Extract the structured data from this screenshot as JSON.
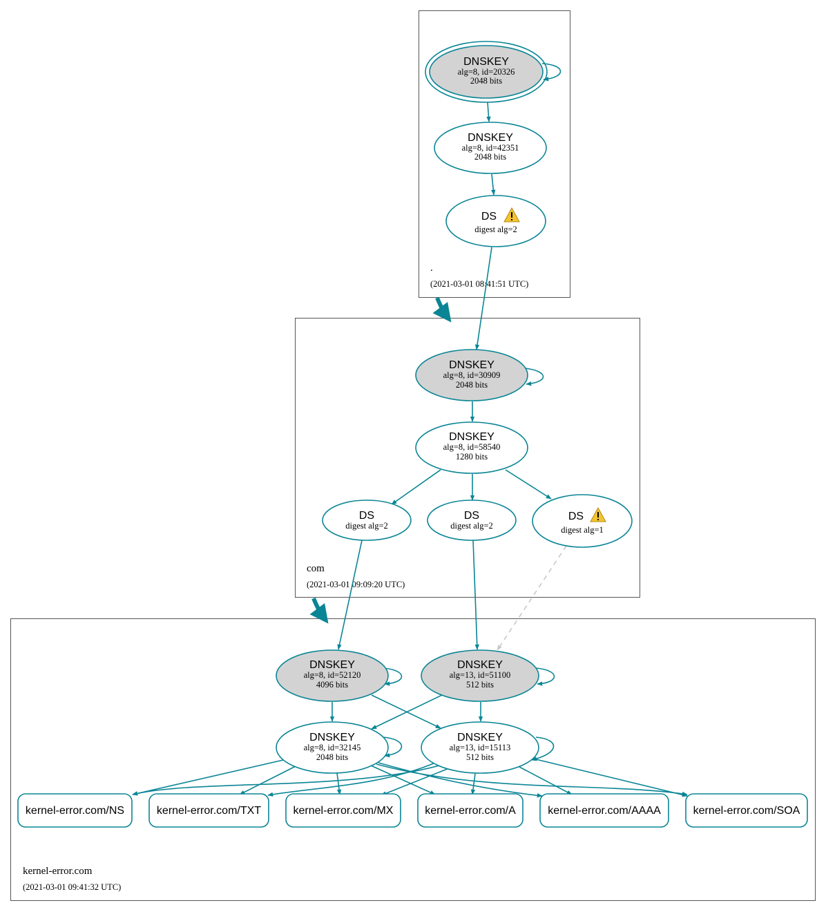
{
  "colors": {
    "edge": "#0a8595",
    "ksk_fill": "#d3d3d3",
    "zone_border": "#555555",
    "insecure_edge": "#c8c8c8",
    "warning": "#f4c430"
  },
  "zones": {
    "root": {
      "name": ".",
      "timestamp": "(2021-03-01 08:41:51 UTC)"
    },
    "com": {
      "name": "com",
      "timestamp": "(2021-03-01 09:09:20 UTC)"
    },
    "kernel": {
      "name": "kernel-error.com",
      "timestamp": "(2021-03-01 09:41:32 UTC)"
    }
  },
  "nodes": {
    "root_ksk": {
      "type": "DNSKEY",
      "info": "alg=8, id=20326",
      "bits": "2048 bits"
    },
    "root_zsk": {
      "type": "DNSKEY",
      "info": "alg=8, id=42351",
      "bits": "2048 bits"
    },
    "root_ds": {
      "type": "DS",
      "info": "digest alg=2",
      "icon": "warning-icon"
    },
    "com_ksk": {
      "type": "DNSKEY",
      "info": "alg=8, id=30909",
      "bits": "2048 bits"
    },
    "com_zsk": {
      "type": "DNSKEY",
      "info": "alg=8, id=58540",
      "bits": "1280 bits"
    },
    "com_ds1": {
      "type": "DS",
      "info": "digest alg=2"
    },
    "com_ds2": {
      "type": "DS",
      "info": "digest alg=2"
    },
    "com_ds3": {
      "type": "DS",
      "info": "digest alg=1",
      "icon": "warning-icon"
    },
    "ke_ksk1": {
      "type": "DNSKEY",
      "info": "alg=8, id=52120",
      "bits": "4096 bits"
    },
    "ke_ksk2": {
      "type": "DNSKEY",
      "info": "alg=13, id=51100",
      "bits": "512 bits"
    },
    "ke_zsk1": {
      "type": "DNSKEY",
      "info": "alg=8, id=32145",
      "bits": "2048 bits"
    },
    "ke_zsk2": {
      "type": "DNSKEY",
      "info": "alg=13, id=15113",
      "bits": "512 bits"
    }
  },
  "rrsets": {
    "ns": "kernel-error.com/NS",
    "txt": "kernel-error.com/TXT",
    "mx": "kernel-error.com/MX",
    "a": "kernel-error.com/A",
    "aaaa": "kernel-error.com/AAAA",
    "soa": "kernel-error.com/SOA"
  }
}
